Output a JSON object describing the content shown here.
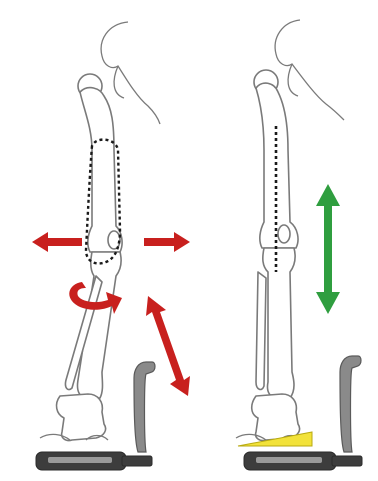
{
  "figure": {
    "panels": [
      {
        "name": "left-leg",
        "condition": "misaligned",
        "arrows": [
          {
            "name": "medial-lateral",
            "color": "#c8201e"
          },
          {
            "name": "rotation",
            "color": "#c8201e"
          },
          {
            "name": "diagonal-shear",
            "color": "#c8201e"
          }
        ],
        "wedge": false
      },
      {
        "name": "right-leg",
        "condition": "aligned",
        "arrows": [
          {
            "name": "vertical-motion",
            "color": "#2f9e3f"
          }
        ],
        "wedge": true,
        "wedge_color": "#f2e23a"
      }
    ],
    "colors": {
      "red_arrow": "#c8201e",
      "green_arrow": "#2f9e3f",
      "wedge": "#f2e23a",
      "bone_outline": "#7a7a7a",
      "pedal": "#3d3d3d"
    }
  }
}
